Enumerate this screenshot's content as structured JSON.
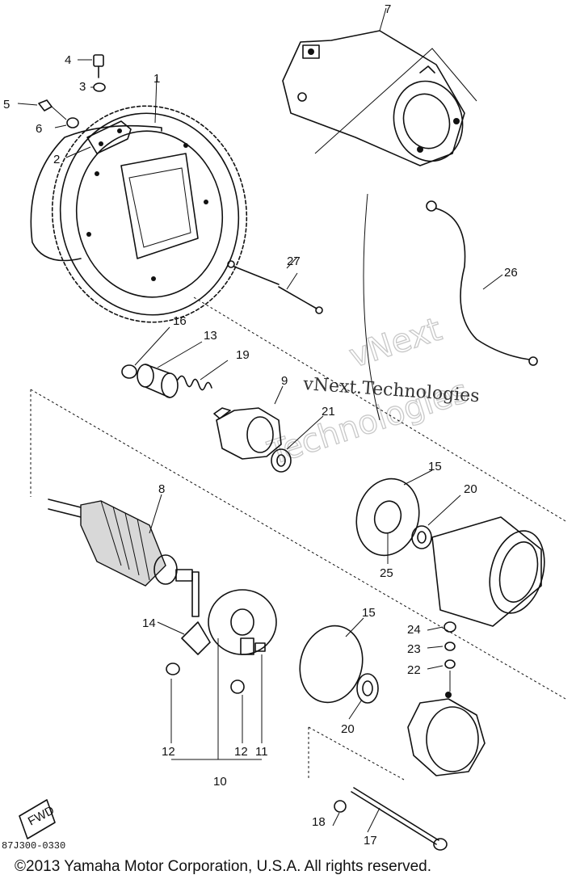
{
  "labels": {
    "l1": "1",
    "l2": "2",
    "l3": "3",
    "l4": "4",
    "l5": "5",
    "l6": "6",
    "l7": "7",
    "l8": "8",
    "l9": "9",
    "l10": "10",
    "l11": "11",
    "l12a": "12",
    "l12b": "12",
    "l13": "13",
    "l14": "14",
    "l15a": "15",
    "l15b": "15",
    "l16": "16",
    "l17": "17",
    "l18": "18",
    "l19": "19",
    "l20a": "20",
    "l20b": "20",
    "l21": "21",
    "l22": "22",
    "l23": "23",
    "l24": "24",
    "l25": "25",
    "l26": "26",
    "l27": "27"
  },
  "watermark": {
    "outline_line1": "vNext",
    "outline_line2": "Technologies",
    "text": "vNext.Technologies"
  },
  "fwd_badge": "FWD",
  "diagram_code": "87J300-0330",
  "copyright": "©2013 Yamaha Motor Corporation, U.S.A. All rights reserved."
}
